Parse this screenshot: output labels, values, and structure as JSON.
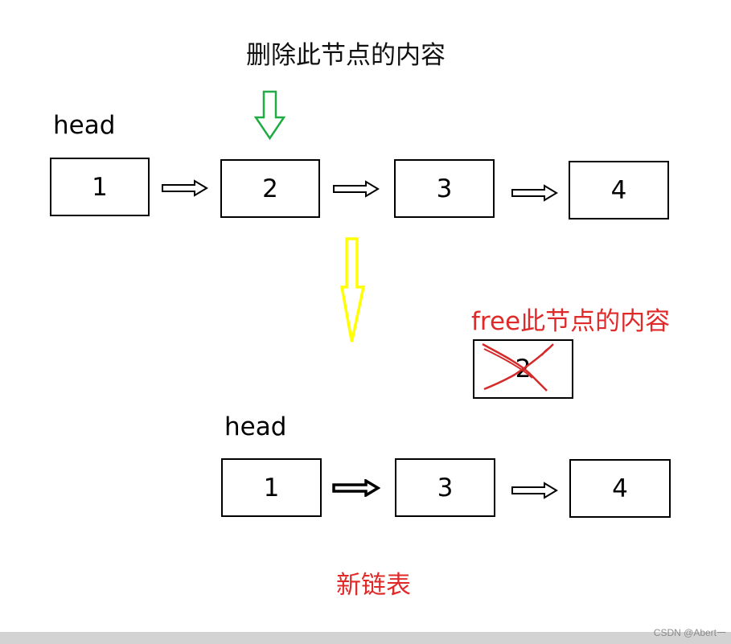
{
  "diagram": {
    "top_title": "删除此节点的内容",
    "original_list": {
      "head_label": "head",
      "nodes": [
        "1",
        "2",
        "3",
        "4"
      ]
    },
    "freed_node": {
      "label": "free此节点的内容",
      "value": "2"
    },
    "new_list": {
      "head_label": "head",
      "nodes": [
        "1",
        "3",
        "4"
      ],
      "caption": "新链表"
    },
    "colors": {
      "green_arrow": "#22aa44",
      "yellow_arrow": "#ffff00",
      "red_text": "#e02a2a",
      "cross_mark": "#d42a2a"
    }
  },
  "watermark": "CSDN @Abert一"
}
